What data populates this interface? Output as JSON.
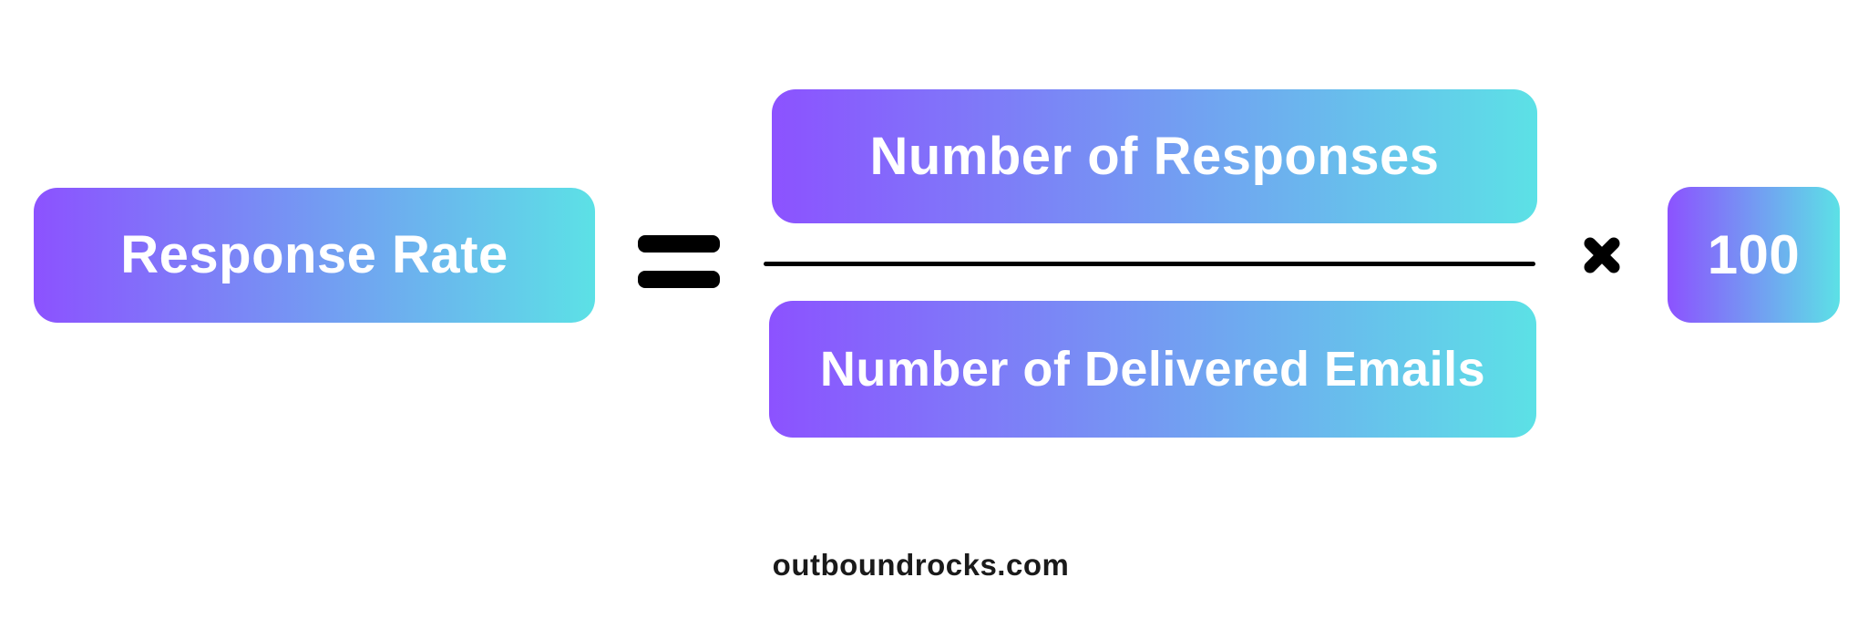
{
  "formula": {
    "result": {
      "label": "Response Rate"
    },
    "equals": {
      "symbol": "="
    },
    "numerator": {
      "label": "Number of Responses"
    },
    "denominator": {
      "label": "Number of Delivered Emails"
    },
    "multiply": {
      "symbol": "×"
    },
    "multiplier": {
      "value": "100"
    }
  },
  "footer": {
    "website": "outboundrocks.com"
  },
  "colors": {
    "gradient_start": "#8C52FF",
    "gradient_end": "#5CE1E6",
    "label_text": "#FFFFFF",
    "operator": "#000000",
    "footer_text": "#1A1A1A",
    "background": "#FFFFFF"
  }
}
